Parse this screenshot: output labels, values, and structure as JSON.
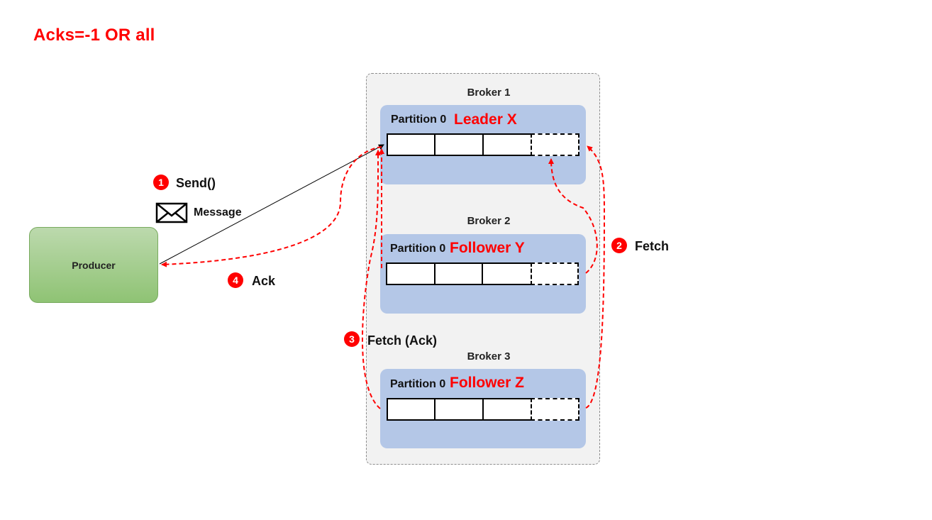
{
  "title": "Acks=-1 OR all",
  "producer": {
    "label": "Producer"
  },
  "message": {
    "icon": "envelope-icon",
    "label": "Message"
  },
  "steps": [
    {
      "num": "1",
      "label": "Send()"
    },
    {
      "num": "2",
      "label": "Fetch"
    },
    {
      "num": "3",
      "label": "Fetch (Ack)"
    },
    {
      "num": "4",
      "label": "Ack"
    }
  ],
  "brokers": [
    {
      "name": "Broker 1",
      "partition": "Partition 0",
      "role": "Leader X"
    },
    {
      "name": "Broker 2",
      "partition": "Partition 0",
      "role": "Follower Y"
    },
    {
      "name": "Broker 3",
      "partition": "Partition 0",
      "role": "Follower Z"
    }
  ],
  "colors": {
    "accent": "#ff0000",
    "partition_bg": "#b4c7e7",
    "producer_bg": "#a9cf94",
    "cluster_bg": "#f2f2f2"
  }
}
